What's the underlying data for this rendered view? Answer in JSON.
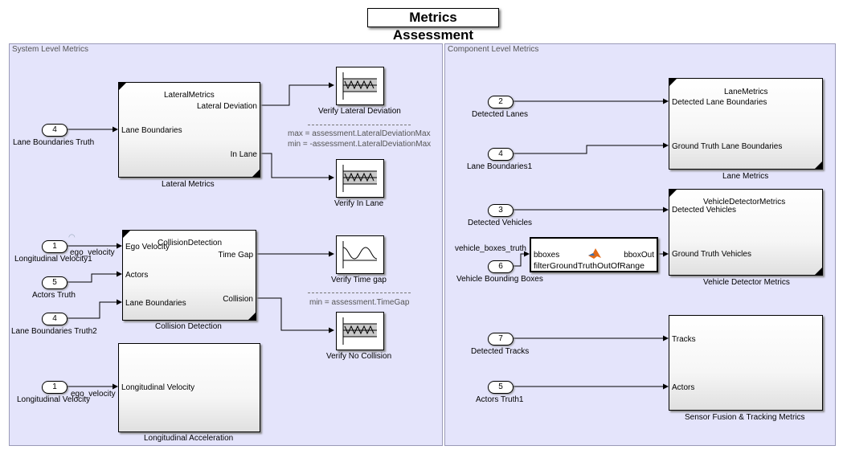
{
  "title": "Metrics Assessment",
  "areas": {
    "system": "System Level Metrics",
    "component": "Component Level Metrics"
  },
  "lateral": {
    "inport_num": "4",
    "inport_label": "Lane Boundaries Truth",
    "block_name": "LateralMetrics",
    "in_port": "Lane Boundaries",
    "out1": "Lateral Deviation",
    "out2": "In Lane",
    "caption": "Lateral Metrics"
  },
  "verify_lateral": "Verify Lateral Deviation",
  "verify_in_lane": "Verify In Lane",
  "lateral_annotation": {
    "max": "max = assessment.LateralDeviationMax",
    "min": "min = -assessment.LateralDeviationMax"
  },
  "collision": {
    "block_name": "CollisionDetection",
    "in1": "Ego Velocity",
    "in2": "Actors",
    "in3": "Lane Boundaries",
    "out1": "Time Gap",
    "out2": "Collision",
    "caption": "Collision Detection",
    "inport1_num": "1",
    "inport1_label": "Longitudinal Velocity1",
    "signal1": "ego_velocity",
    "inport2_num": "5",
    "inport2_label": "Actors Truth",
    "inport3_num": "4",
    "inport3_label": "Lane Boundaries Truth2"
  },
  "verify_time_gap": "Verify Time gap",
  "verify_no_collision": "Verify No Collision",
  "timegap_annotation": "min = assessment.TimeGap",
  "longitudinal": {
    "inport_num": "1",
    "inport_label": "Longitudinal Velocity",
    "signal": "ego_velocity",
    "in_port": "Longitudinal Velocity",
    "caption": "Longitudinal Acceleration"
  },
  "lane_metrics": {
    "block_name": "LaneMetrics",
    "in1": "Detected Lane Boundaries",
    "in2": "Ground Truth Lane Boundaries",
    "caption": "Lane Metrics",
    "inport1_num": "2",
    "inport1_label": "Detected Lanes",
    "inport2_num": "4",
    "inport2_label": "Lane Boundaries1"
  },
  "vehicle_metrics": {
    "block_name": "VehicleDetectorMetrics",
    "in1": "Detected Vehicles",
    "in2": "Ground Truth Vehicles",
    "caption": "Vehicle Detector Metrics",
    "inport1_num": "3",
    "inport1_label": "Detected Vehicles",
    "inport2_num": "6",
    "inport2_label": "Vehicle Bounding Boxes",
    "signal": "vehicle_boxes_truth"
  },
  "filter_block": {
    "in": "bboxes",
    "out": "bboxOut",
    "name": "filterGroundTruthOutOfRange"
  },
  "fusion_metrics": {
    "in1": "Tracks",
    "in2": "Actors",
    "caption": "Sensor Fusion & Tracking Metrics",
    "inport1_num": "7",
    "inport1_label": "Detected Tracks",
    "inport2_num": "5",
    "inport2_label": "Actors Truth1"
  }
}
